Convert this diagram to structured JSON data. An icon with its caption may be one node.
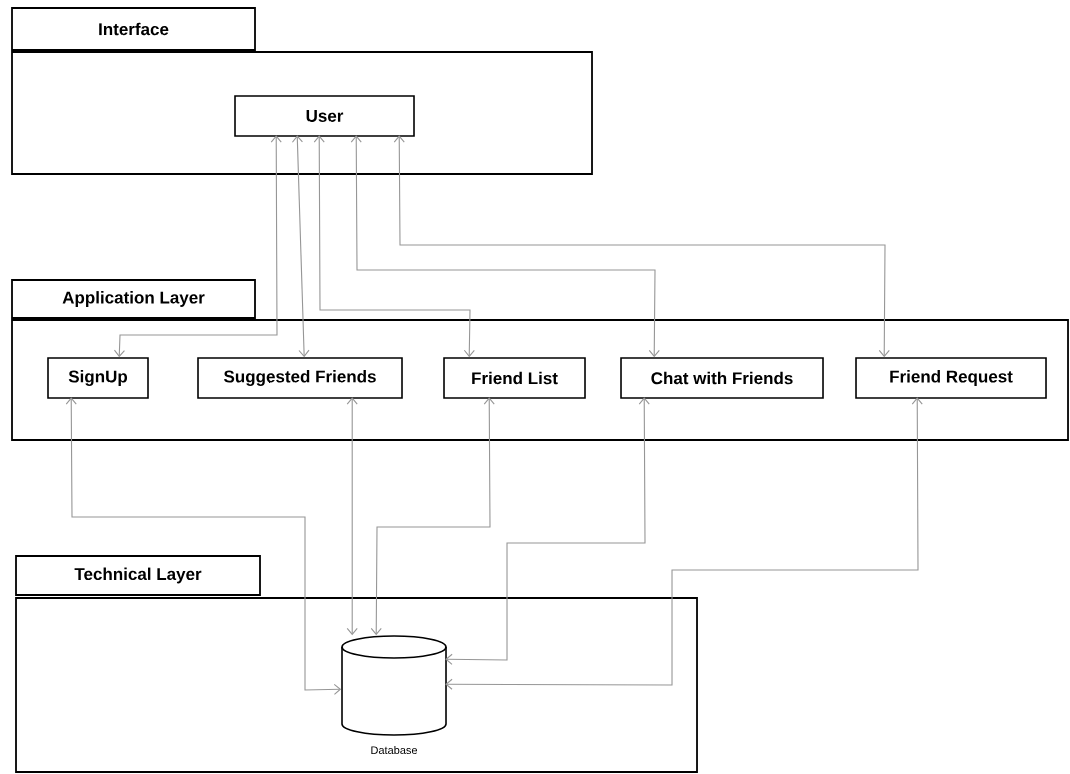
{
  "diagram": {
    "nodes": [
      {
        "text": [
          "Interface"
        ]
      },
      {
        "text": [
          "User"
        ],
        "in": 0
      },
      {
        "text": [
          "Application Layer"
        ]
      },
      {
        "text": [
          "SignUp"
        ],
        "in": 2
      },
      {
        "text": [
          "Suggested Friends"
        ],
        "in": 2
      },
      {
        "text": [
          "Friend List"
        ],
        "in": 2
      },
      {
        "text": [
          "Chat with Friends"
        ],
        "in": 2
      },
      {
        "text": [
          "Friend Request"
        ],
        "in": 2
      },
      {
        "text": [
          "Technical Layer"
        ]
      },
      {
        "text": [],
        "shape": "cylinder",
        "beside": [
          "Database"
        ],
        "in": 8
      }
    ],
    "edges": [
      {
        "from": 1,
        "to": 3,
        "arrow": "both"
      },
      {
        "from": 1,
        "to": 4,
        "arrow": "both"
      },
      {
        "from": 1,
        "to": 5,
        "arrow": "both"
      },
      {
        "from": 1,
        "to": 6,
        "arrow": "both"
      },
      {
        "from": 1,
        "to": 7,
        "arrow": "both"
      },
      {
        "from": 3,
        "to": 9,
        "arrow": "both"
      },
      {
        "from": 4,
        "to": 9,
        "arrow": "both"
      },
      {
        "from": 5,
        "to": 9,
        "arrow": "both"
      },
      {
        "from": 6,
        "to": 9,
        "arrow": "both"
      },
      {
        "from": 7,
        "to": 9,
        "arrow": "both"
      }
    ]
  }
}
